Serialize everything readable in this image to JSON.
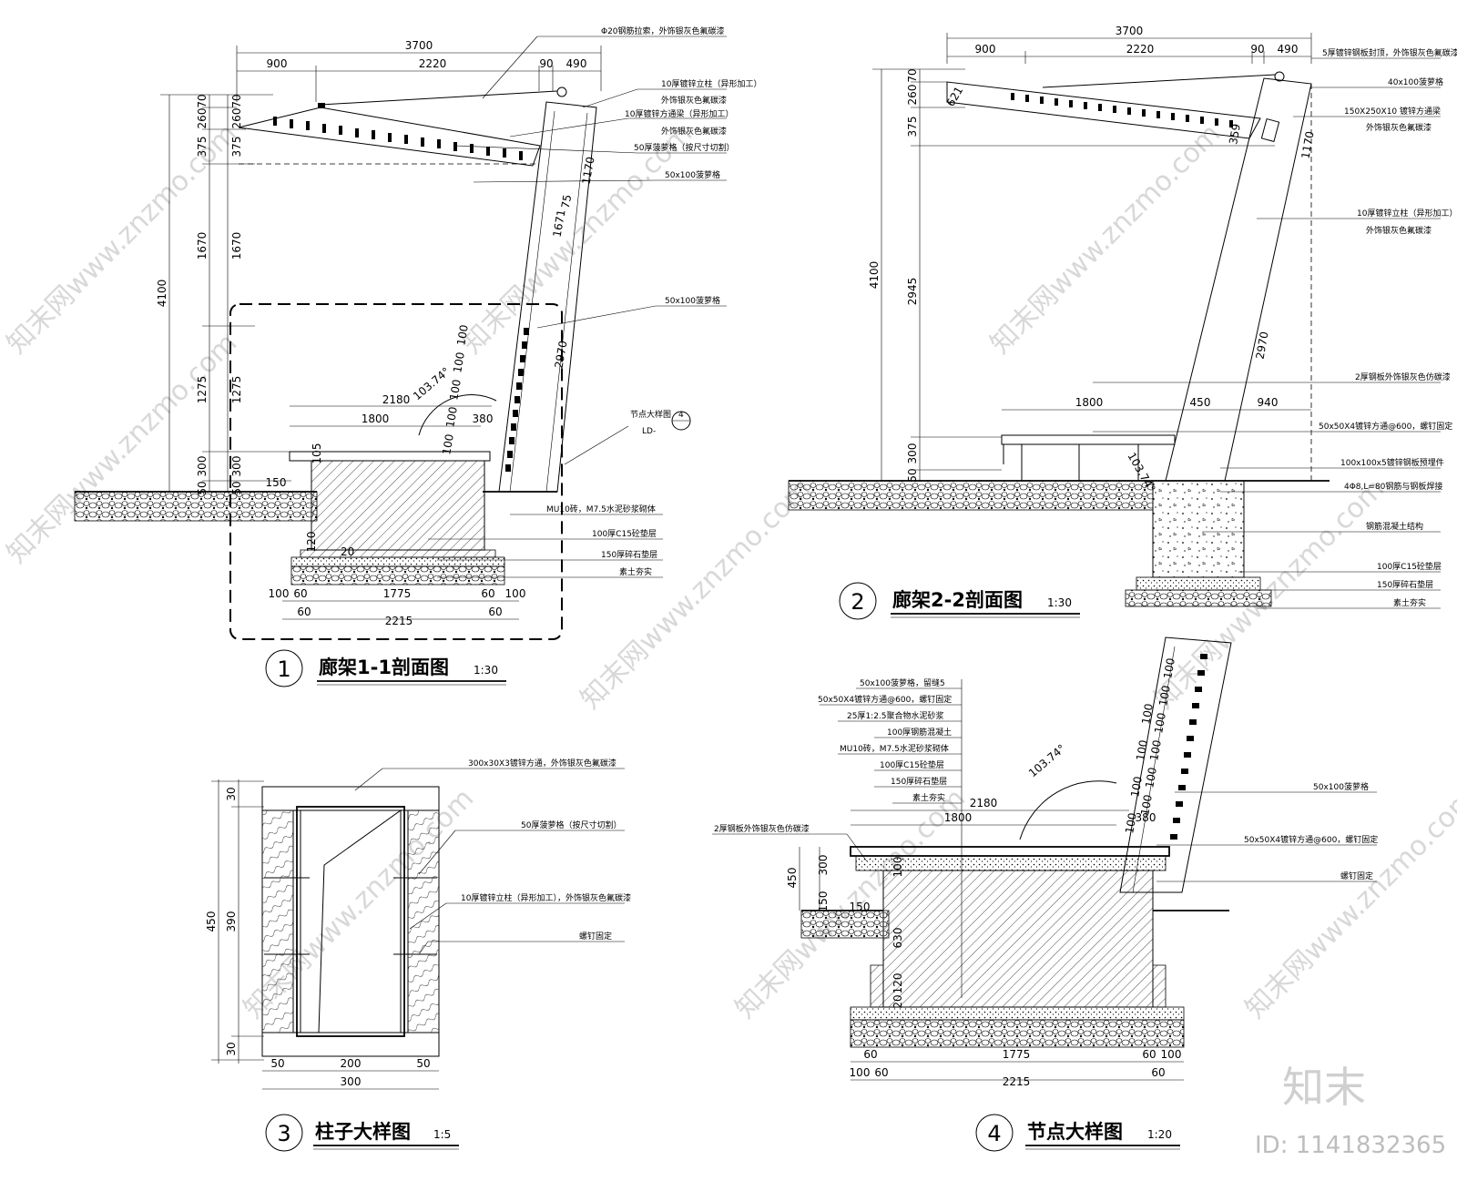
{
  "section1": {
    "title": "廊架1-1剖面图",
    "scale": "1:30",
    "number": "1",
    "dims_top": [
      "3700",
      "900",
      "2220",
      "90",
      "490"
    ],
    "dims_left": [
      "4100",
      "70",
      "260",
      "375",
      "1670",
      "1275",
      "300",
      "50"
    ],
    "dims_inner_left": [
      "70",
      "260",
      "375",
      "1670",
      "1275",
      "300",
      "50"
    ],
    "dims_bottom": [
      "100",
      "60",
      "1775",
      "60",
      "100",
      "2215",
      "60",
      "60"
    ],
    "dims_seat": [
      "2180",
      "1800",
      "150",
      "380",
      "105"
    ],
    "dims_diag": [
      "1170",
      "2970",
      "100",
      "1671",
      "75"
    ],
    "angle": "103.74°",
    "notes": [
      "Φ20钢筋拉索，外饰银灰色氟碳漆",
      "10厚镀锌立柱（异形加工）",
      "外饰银灰色氟碳漆",
      "10厚镀锌方通梁（异形加工）",
      "外饰银灰色氟碳漆",
      "50厚菠萝格（按尺寸切割）",
      "50x100菠萝格",
      "50x100菠萝格",
      "节点大样图",
      "LD-",
      "MU10砖，M7.5水泥砂浆砌体",
      "100厚C15砼垫层",
      "150厚碎石垫层",
      "素土夯实"
    ],
    "detail_ref": "4",
    "small_dims": [
      "120",
      "20"
    ]
  },
  "section2": {
    "title": "廊架2-2剖面图",
    "scale": "1:30",
    "number": "2",
    "dims_top": [
      "3700",
      "900",
      "2220",
      "90",
      "490"
    ],
    "dims_left": [
      "4100",
      "70",
      "260",
      "375",
      "2945",
      "300",
      "50"
    ],
    "dims_seat": [
      "1800",
      "450",
      "940"
    ],
    "dims_diag": [
      "1170",
      "2970",
      "359",
      "621"
    ],
    "angle": "103.74°",
    "notes": [
      "5厚镀锌钢板封顶，外饰银灰色氟碳漆",
      "40x100菠萝格",
      "150X250X10  镀锌方通梁",
      "外饰银灰色氟碳漆",
      "10厚镀锌立柱（异形加工）",
      "外饰银灰色氟碳漆",
      "2厚钢板外饰银灰色仿碳漆",
      "50x50X4镀锌方通@600，螺钉固定",
      "100x100x5镀锌钢板预埋件",
      "4Φ8,L=80钢筋与钢板焊接",
      "钢筋混凝土结构",
      "100厚C15砼垫层",
      "150厚碎石垫层",
      "素土夯实"
    ]
  },
  "section3": {
    "title": "柱子大样图",
    "scale": "1:5",
    "number": "3",
    "dims_left": [
      "450",
      "30",
      "390",
      "30"
    ],
    "dims_bottom": [
      "50",
      "200",
      "50",
      "300"
    ],
    "notes": [
      "300x30X3镀锌方通，外饰银灰色氟碳漆",
      "50厚菠萝格（按尺寸切割）",
      "10厚镀锌立柱（异形加工），外饰银灰色氟碳漆",
      "螺钉固定"
    ]
  },
  "section4": {
    "title": "节点大样图",
    "scale": "1:20",
    "number": "4",
    "layer_notes": [
      "50x100菠萝格，留缝5",
      "50x50X4镀锌方通@600，螺钉固定",
      "25厚1:2.5聚合物水泥砂浆",
      "100厚钢筋混凝土",
      "MU10砖，M7.5水泥砂浆砌体",
      "100厚C15砼垫层",
      "150厚碎石垫层",
      "素土夯实"
    ],
    "notes_left": [
      "2厚钢板外饰银灰色仿碳漆"
    ],
    "notes_right": [
      "50x100菠萝格",
      "50x50X4镀锌方通@600，螺钉固定",
      "螺钉固定"
    ],
    "dims_seat": [
      "2180",
      "1800",
      "380"
    ],
    "dims_left": [
      "450",
      "300",
      "150",
      "150",
      "630",
      "120",
      "20",
      "100"
    ],
    "dims_bottom": [
      "60",
      "1775",
      "60",
      "100",
      "100",
      "60",
      "2215",
      "60"
    ],
    "dims_diag": [
      "100",
      "100",
      "100",
      "100",
      "100",
      "100",
      "100",
      "100",
      "100",
      "100"
    ],
    "angle": "103.74°"
  },
  "watermark": {
    "text": "知末网www.znzmo.com",
    "brand": "知末",
    "id": "ID: 1141832365"
  }
}
